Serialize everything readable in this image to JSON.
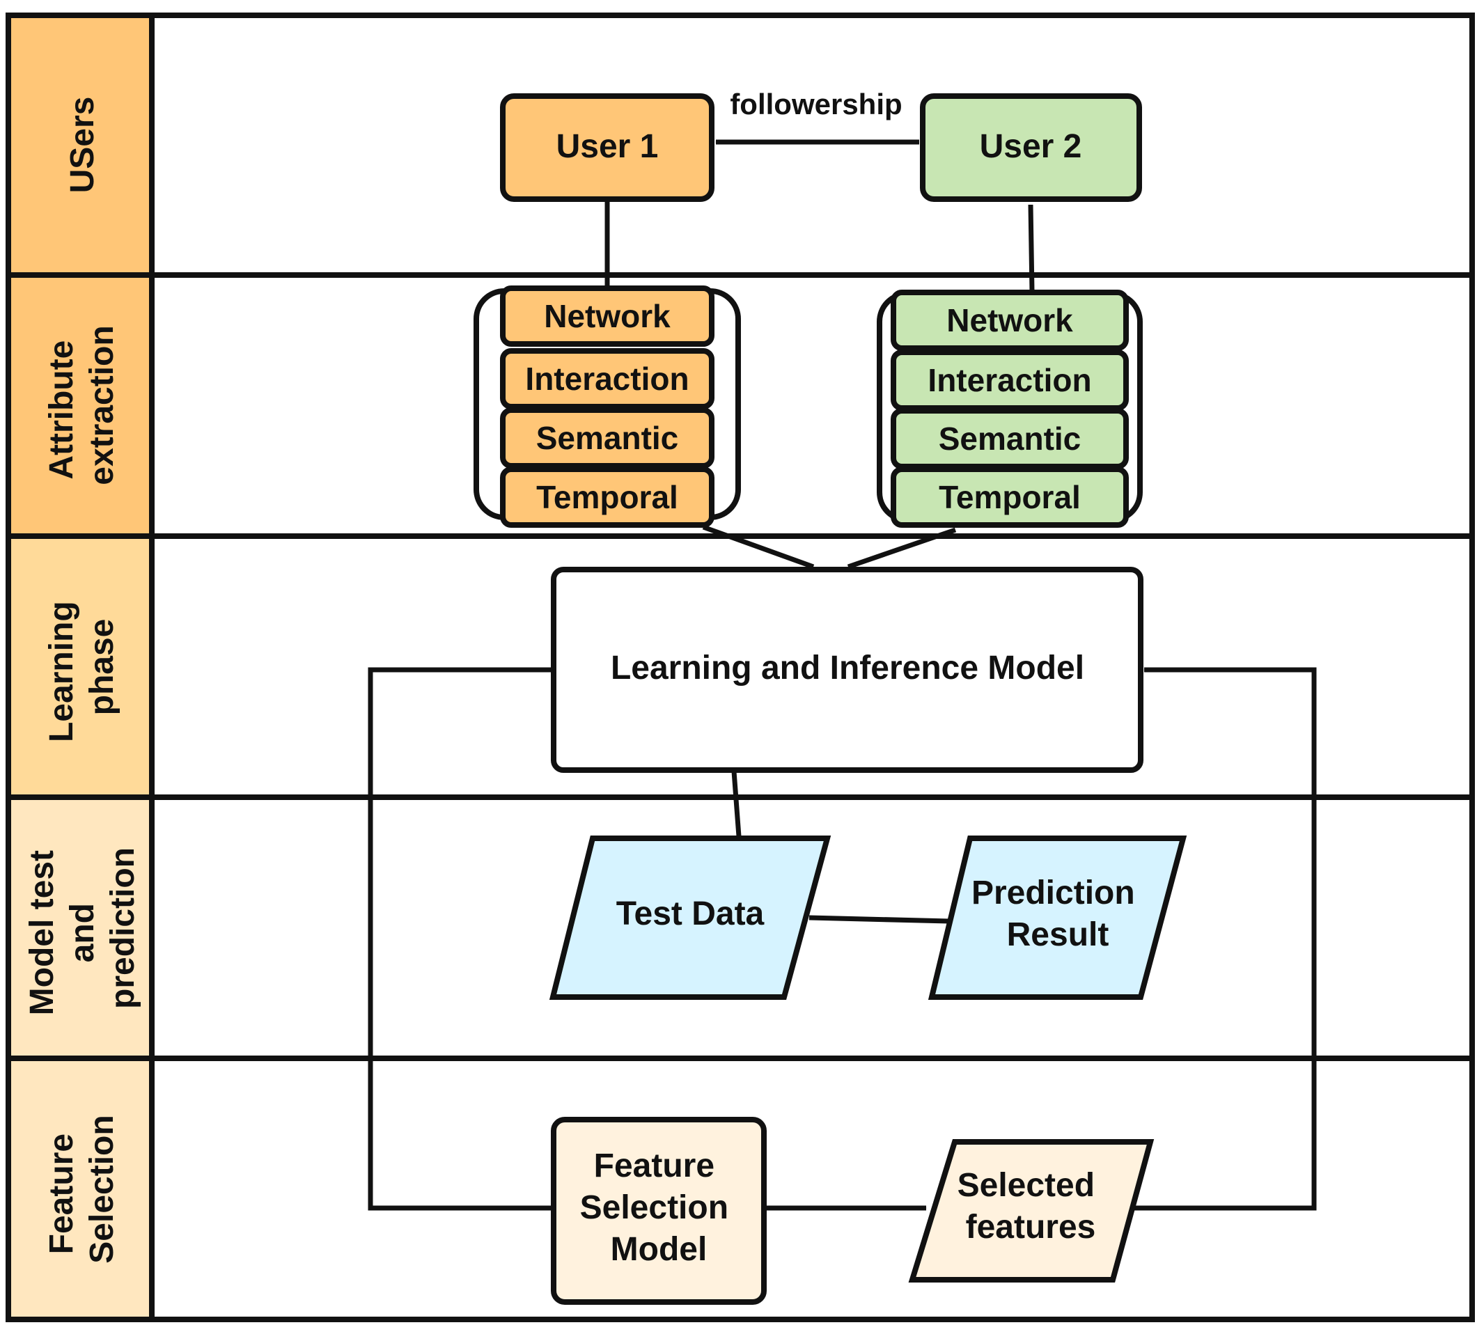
{
  "colors": {
    "stroke": "#111111",
    "lane_strong": "#FFC677",
    "lane_medium": "#FFDA99",
    "lane_light": "#FFE7BF",
    "user1_fill": "#FFC677",
    "user2_fill": "#C8E6B3",
    "data_fill": "#D6F3FF",
    "feature_fill": "#FFF2DE",
    "white": "#FFFFFF"
  },
  "lanes": [
    {
      "id": "users",
      "lines": [
        "USers"
      ]
    },
    {
      "id": "attribute",
      "lines": [
        "Attribute",
        "extraction"
      ]
    },
    {
      "id": "learning",
      "lines": [
        "Learning",
        "phase"
      ]
    },
    {
      "id": "model-test",
      "lines": [
        "Model test",
        "and",
        "prediction"
      ]
    },
    {
      "id": "feature-selection",
      "lines": [
        "Feature",
        "Selection"
      ]
    }
  ],
  "users": {
    "user1": "User 1",
    "user2": "User 2",
    "edge_label": "followership"
  },
  "attributes": {
    "user1": [
      "Network",
      "Interaction",
      "Semantic",
      "Temporal"
    ],
    "user2": [
      "Network",
      "Interaction",
      "Semantic",
      "Temporal"
    ]
  },
  "learning": {
    "model": "Learning and Inference Model"
  },
  "model_test": {
    "test_data": "Test Data",
    "prediction": [
      "Prediction",
      "Result"
    ]
  },
  "feature_selection": {
    "model": [
      "Feature",
      "Selection",
      "Model"
    ],
    "selected": [
      "Selected",
      "features"
    ]
  }
}
